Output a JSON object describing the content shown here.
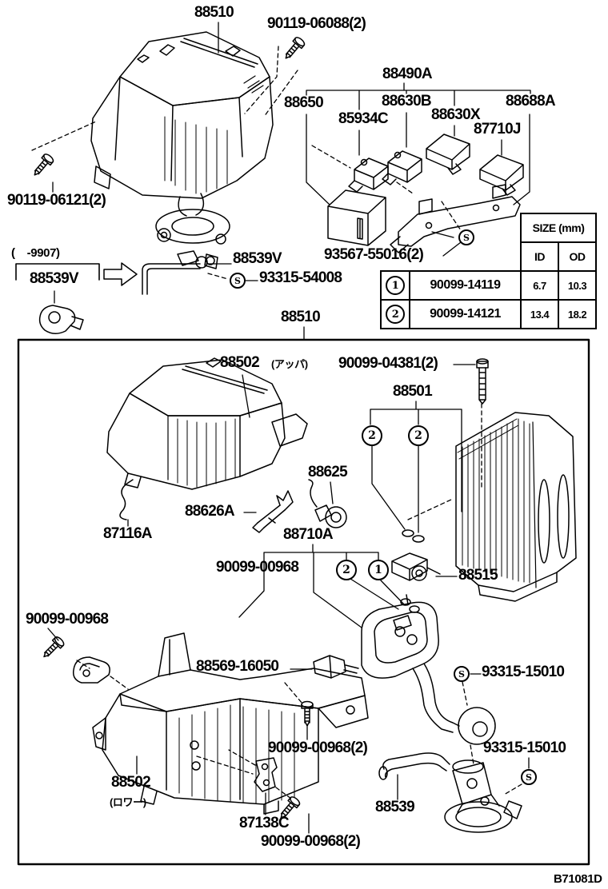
{
  "diagram": {
    "code": "B71081D",
    "top": {
      "unit": "88510",
      "bolt": "90119-06088(2)",
      "screw": "90119-06121(2)",
      "group": "88490A",
      "ecu": "88650",
      "vsv1": "85934C",
      "vsv2": "88630B",
      "relay1": "88630X",
      "relay2": "88688A",
      "relay3": "87710J",
      "bracket_screw": "93567-55016(2)"
    },
    "size_table": {
      "title": "SIZE (mm)",
      "col_id": "ID",
      "col_od": "OD",
      "rows": [
        {
          "num": "1",
          "part": "90099-14119",
          "id_mm": "6.7",
          "od_mm": "10.3"
        },
        {
          "num": "2",
          "part": "90099-14121",
          "id_mm": "13.4",
          "od_mm": "18.2"
        }
      ]
    },
    "mid": {
      "range": "(    -9907)",
      "sensor_old": "88539V",
      "sensor_new": "88539V",
      "union": "93315-54008"
    },
    "main": {
      "assembly": "88510",
      "upper_case": "88502",
      "upper_case_note": "(アッパ)",
      "bolt": "90099-04381(2)",
      "evaporator": "88501",
      "thermistor": "88625",
      "clip": "88626A",
      "packing": "87116A",
      "tube": "88710A",
      "oring": "90099-00968",
      "valve": "88515",
      "clamp": "90099-00968",
      "grommet": "88569-16050",
      "union_top": "93315-15010",
      "screw_a": "90099-00968(2)",
      "union_bottom": "93315-15010",
      "lower_case": "88502",
      "lower_case_note": "(ロワー)",
      "bracket": "87138C",
      "screw_b": "90099-00968(2)",
      "vsv": "88539"
    },
    "markers": {
      "n1": "1",
      "n2": "2",
      "s": "S"
    }
  }
}
